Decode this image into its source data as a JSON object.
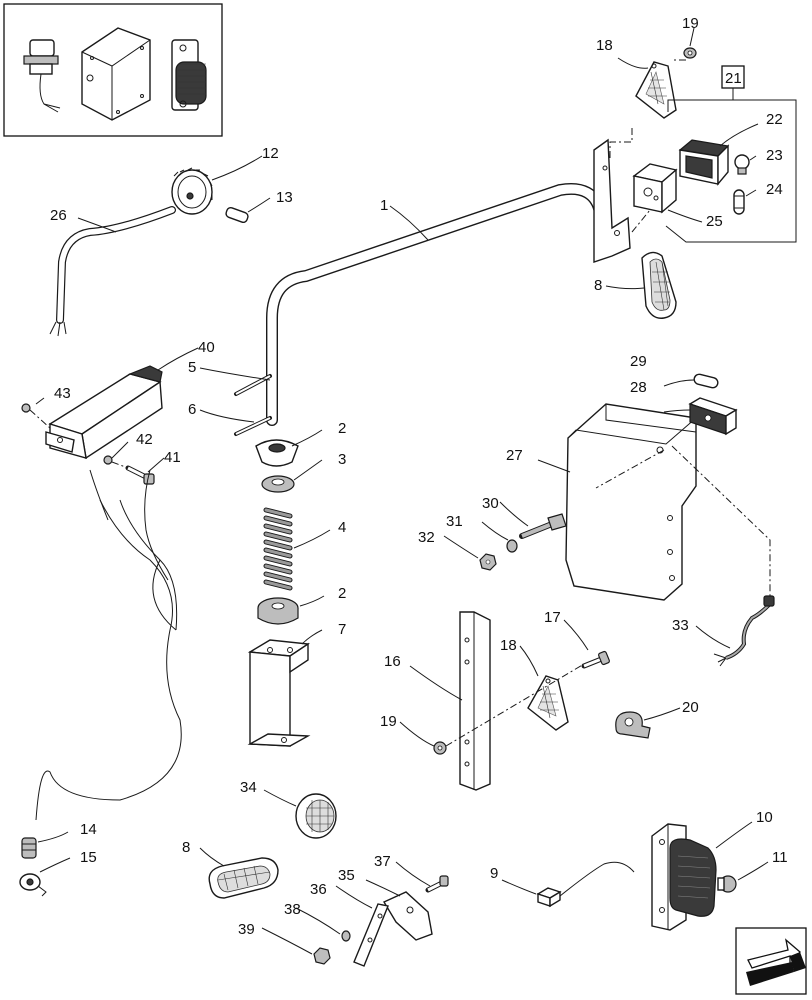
{
  "callouts": {
    "c1": "1",
    "c2a": "2",
    "c2b": "2",
    "c3": "3",
    "c4": "4",
    "c5": "5",
    "c6": "6",
    "c7": "7",
    "c8a": "8",
    "c8b": "8",
    "c9": "9",
    "c10": "10",
    "c11": "11",
    "c12": "12",
    "c13": "13",
    "c14": "14",
    "c15": "15",
    "c16": "16",
    "c17": "17",
    "c18a": "18",
    "c18b": "18",
    "c19a": "19",
    "c19b": "19",
    "c20": "20",
    "c21": "21",
    "c22": "22",
    "c23": "23",
    "c24": "24",
    "c25": "25",
    "c26": "26",
    "c27": "27",
    "c28": "28",
    "c29": "29",
    "c30": "30",
    "c31": "31",
    "c32": "32",
    "c33": "33",
    "c34": "34",
    "c35": "35",
    "c36": "36",
    "c37": "37",
    "c38": "38",
    "c39": "39",
    "c40": "40",
    "c41": "41",
    "c42": "42",
    "c43": "43"
  },
  "icons": {
    "inset": "component-overview-inset",
    "nav": "next-page-arrow-icon"
  }
}
